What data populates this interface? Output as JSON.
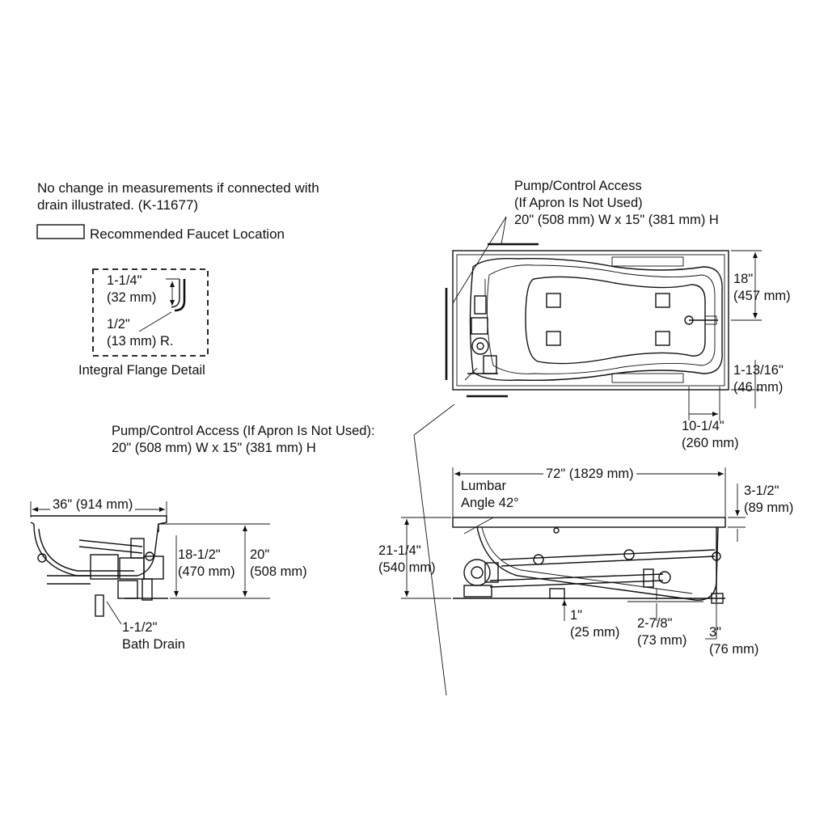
{
  "notes": {
    "drain_note": "No change in measurements if connected with\ndrain illustrated. (K-11677)",
    "faucet_legend": "Recommended Faucet Location"
  },
  "flange_detail": {
    "dim_top": "1-1/4\"\n(32 mm)",
    "dim_radius": "1/2\"\n(13 mm) R.",
    "caption": "Integral Flange Detail"
  },
  "plan_view": {
    "access_note": "Pump/Control Access\n(If Apron Is Not Used)\n20\" (508 mm) W x 15\" (381 mm) H",
    "dim_depth": "18\"\n(457 mm)",
    "dim_rim": "1-13/16\"\n(46 mm)",
    "dim_drain_offset": "10-1/4\"\n(260 mm)"
  },
  "middle_note": "Pump/Control Access (If Apron Is Not Used):\n20\" (508 mm) W x 15\" (381 mm) H",
  "end_view": {
    "dim_width": "36\" (914 mm)",
    "dim_height_inner": "18-1/2\"\n(470 mm)",
    "dim_height_outer": "20\"\n(508 mm)",
    "drain": "1-1/2\"\nBath Drain"
  },
  "side_view": {
    "dim_length": "72\" (1829 mm)",
    "lumbar": "Lumbar\nAngle 42°",
    "dim_apron": "3-1/2\"\n(89 mm)",
    "dim_total_height": "21-1/4\"\n(540 mm)",
    "dim_base": "1\"\n(25 mm)",
    "dim_drain_height": "2-7/8\"\n(73 mm)",
    "dim_drain_end": "3\"\n(76 mm)"
  }
}
